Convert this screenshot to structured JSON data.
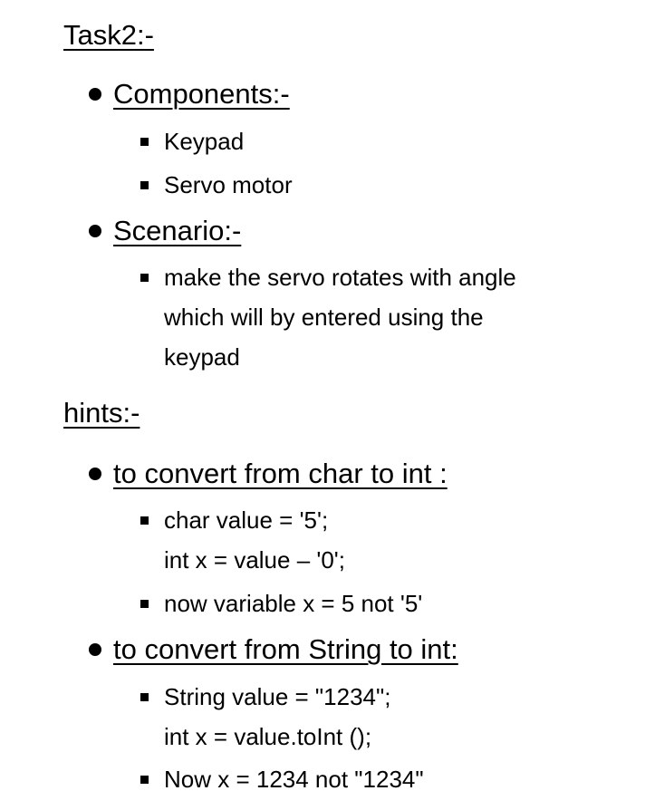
{
  "task": {
    "title": "Task2:-",
    "sections": [
      {
        "heading": "Components:-",
        "items": [
          {
            "lines": [
              "Keypad"
            ]
          },
          {
            "lines": [
              "Servo motor"
            ]
          }
        ]
      },
      {
        "heading": "Scenario:-",
        "items": [
          {
            "lines": [
              "make the servo rotates with angle",
              "which will by entered using the",
              "keypad"
            ]
          }
        ]
      }
    ]
  },
  "hints": {
    "title": "hints:-",
    "sections": [
      {
        "heading": "to convert from char to int :",
        "items": [
          {
            "lines": [
              "char value = '5';",
              "int x = value – '0';"
            ]
          },
          {
            "lines": [
              "now variable x = 5 not '5'"
            ]
          }
        ]
      },
      {
        "heading": "to convert from String to int:",
        "items": [
          {
            "lines": [
              "String value = \"1234\";",
              "int x = value.toInt ();"
            ]
          },
          {
            "lines": [
              "Now x = 1234 not \"1234\""
            ]
          }
        ]
      }
    ]
  }
}
